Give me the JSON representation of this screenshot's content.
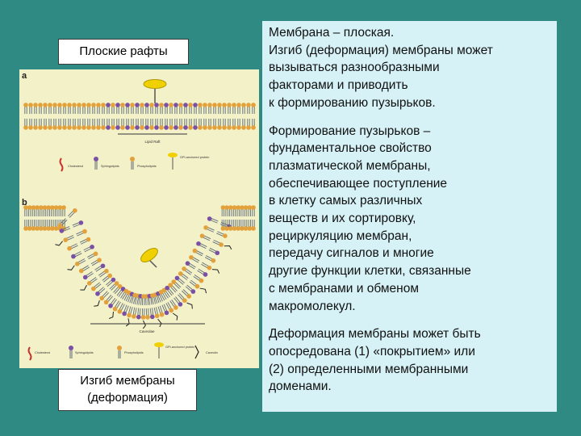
{
  "labels": {
    "top": "Плоские рафты",
    "bottom": "Изгиб мембраны (деформация)"
  },
  "figure": {
    "panel_a": {
      "letter": "a",
      "caption": "Lipid Raft",
      "legend": [
        "Cholesterol",
        "Sphingolipids",
        "Phospholipids",
        "GPI-anchored protein"
      ]
    },
    "panel_b": {
      "letter": "b",
      "caption": "Caveolae",
      "legend": [
        "Cholesterol",
        "Sphingolipids",
        "Phospholipids",
        "GPI-anchored protein",
        "Caveolin"
      ]
    },
    "colors": {
      "bilayer_head": "#e2a13a",
      "raft_head": "#7a4fa6",
      "tail": "#5f6b78",
      "protein": "#f0d000",
      "cholesterol": "#c8302a"
    }
  },
  "text": {
    "p1": "Мембрана – плоская.\nИзгиб (деформация) мембраны может\nвызываться разнообразными\nфакторами и приводить\nк формированию пузырьков.",
    "p2": "Формирование пузырьков –\nфундаментальное свойство\nплазматической мембраны,\nобеспечивающее поступление\nв клетку самых различных\nвеществ и их сортировку,\nрециркуляцию мембран,\nпередачу сигналов и многие\nдругие функции клетки, связанные\nс мембранами и обменом\nмакромолекул.",
    "p3": "Деформация мембраны может быть\nопосредована (1) «покрытием» или\n(2) определенными мембранными\nдоменами."
  }
}
